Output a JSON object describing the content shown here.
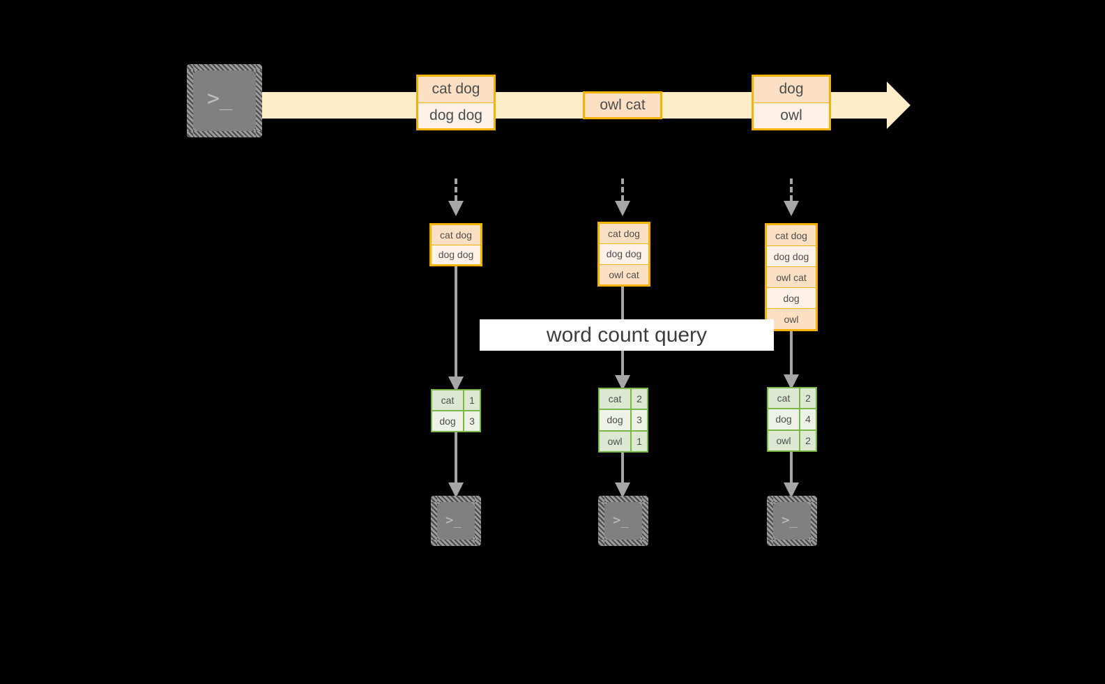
{
  "diagram": {
    "title": "word count query streaming diagram",
    "colors": {
      "background": "#000000",
      "stream_band": "#fdeec9",
      "record_border": "#f5b301",
      "record_fill_dark": "#fce0c4",
      "record_fill_light": "#fdf1e8",
      "result_border": "#7ab648",
      "result_fill_dark": "#dde8d2",
      "result_fill_light": "#edf2e8",
      "arrow": "#a6a6a6",
      "terminal_body": "#808080",
      "label_background": "#ffffff"
    }
  },
  "source": {
    "terminal_icon": "terminal-icon",
    "prompt_glyph": ">_"
  },
  "stream": {
    "groups": [
      {
        "lines": [
          "cat dog",
          "dog dog"
        ]
      },
      {
        "lines": [
          "owl cat"
        ]
      },
      {
        "lines": [
          "dog",
          "owl"
        ]
      }
    ]
  },
  "snapshots": [
    {
      "lines": [
        "cat dog",
        "dog dog"
      ]
    },
    {
      "lines": [
        "cat dog",
        "dog dog",
        "owl cat"
      ]
    },
    {
      "lines": [
        "cat dog",
        "dog dog",
        "owl cat",
        "dog",
        "owl"
      ]
    }
  ],
  "query": {
    "label": "word count query"
  },
  "results": [
    {
      "rows": [
        {
          "word": "cat",
          "count": "1"
        },
        {
          "word": "dog",
          "count": "3"
        }
      ]
    },
    {
      "rows": [
        {
          "word": "cat",
          "count": "2"
        },
        {
          "word": "dog",
          "count": "3"
        },
        {
          "word": "owl",
          "count": "1"
        }
      ]
    },
    {
      "rows": [
        {
          "word": "cat",
          "count": "2"
        },
        {
          "word": "dog",
          "count": "4"
        },
        {
          "word": "owl",
          "count": "2"
        }
      ]
    }
  ],
  "sinks": [
    {
      "terminal_icon": "terminal-icon",
      "prompt_glyph": ">_"
    },
    {
      "terminal_icon": "terminal-icon",
      "prompt_glyph": ">_"
    },
    {
      "terminal_icon": "terminal-icon",
      "prompt_glyph": ">_"
    }
  ]
}
